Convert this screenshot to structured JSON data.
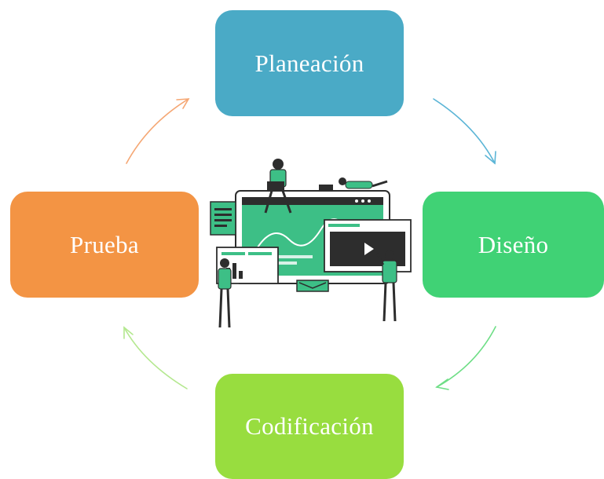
{
  "diagram": {
    "nodes": [
      {
        "id": "plan",
        "label": "Planeación",
        "color": "#4aaac6"
      },
      {
        "id": "dis",
        "label": "Diseño",
        "color": "#40d275"
      },
      {
        "id": "cod",
        "label": "Codificación",
        "color": "#98dd3f"
      },
      {
        "id": "pru",
        "label": "Prueba",
        "color": "#f39444"
      }
    ],
    "edges": [
      {
        "from": "plan",
        "to": "dis",
        "color": "#5bb5d6"
      },
      {
        "from": "dis",
        "to": "cod",
        "color": "#6ede86"
      },
      {
        "from": "cod",
        "to": "pru",
        "color": "#b4e88f"
      },
      {
        "from": "pru",
        "to": "plan",
        "color": "#f5a774"
      }
    ],
    "center_illustration": "developers-working-on-web-interface",
    "accent_color": "#3dbf86"
  }
}
